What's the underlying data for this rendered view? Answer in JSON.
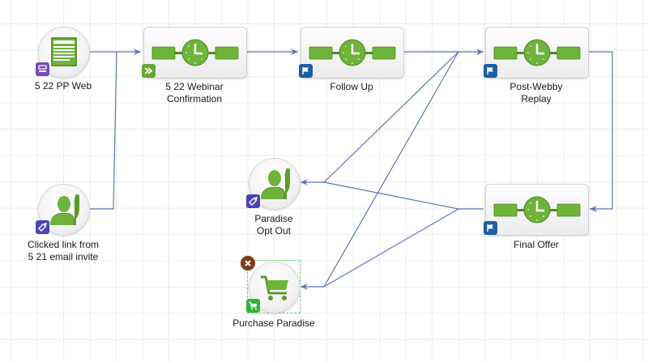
{
  "canvas": {
    "title": "Campaign workflow",
    "edge_color": "#5a78b5",
    "grid_color": "#ececec"
  },
  "nodes": [
    {
      "id": "pp-web",
      "type": "web-form",
      "label_lines": [
        "5 22 PP Web"
      ],
      "badge": "form-icon",
      "badge_color": "#7b4bb3"
    },
    {
      "id": "webinar-confirmation",
      "type": "timer-email",
      "label_lines": [
        "5 22 Webinar",
        "Confirmation"
      ],
      "badge": "forward-arrows-icon",
      "badge_color": "#66a832"
    },
    {
      "id": "follow-up",
      "type": "timer-email",
      "label_lines": [
        "Follow Up"
      ],
      "badge": "flag-icon",
      "badge_color": "#1c5ea8"
    },
    {
      "id": "post-webby-replay",
      "type": "timer-email",
      "label_lines": [
        "Post-Webby",
        "Replay"
      ],
      "badge": "flag-icon",
      "badge_color": "#1c5ea8"
    },
    {
      "id": "clicked-link",
      "type": "contact-trigger",
      "label_lines": [
        "Clicked link from",
        "5 21 email invite"
      ],
      "badge": "tag-icon",
      "badge_color": "#4a44b8"
    },
    {
      "id": "paradise-opt-out",
      "type": "contact-action",
      "label_lines": [
        "Paradise",
        "Opt Out"
      ],
      "badge": "tag-icon",
      "badge_color": "#4a44b8"
    },
    {
      "id": "purchase-paradise",
      "type": "purchase",
      "label_lines": [
        "Purchase Paradise"
      ],
      "badge": "cart-icon",
      "badge_color": "#34b33a",
      "selected": true
    },
    {
      "id": "final-offer",
      "type": "timer-email",
      "label_lines": [
        "Final Offer"
      ],
      "badge": "flag-icon",
      "badge_color": "#1c5ea8"
    }
  ],
  "edges": [
    {
      "from": "pp-web",
      "to": "webinar-confirmation"
    },
    {
      "from": "clicked-link",
      "to": "webinar-confirmation"
    },
    {
      "from": "webinar-confirmation",
      "to": "follow-up"
    },
    {
      "from": "follow-up",
      "to": "post-webby-replay"
    },
    {
      "from": "follow-up",
      "to": "paradise-opt-out"
    },
    {
      "from": "follow-up",
      "to": "purchase-paradise"
    },
    {
      "from": "post-webby-replay",
      "to": "final-offer"
    },
    {
      "from": "final-offer",
      "to": "paradise-opt-out"
    },
    {
      "from": "final-offer",
      "to": "purchase-paradise"
    }
  ]
}
